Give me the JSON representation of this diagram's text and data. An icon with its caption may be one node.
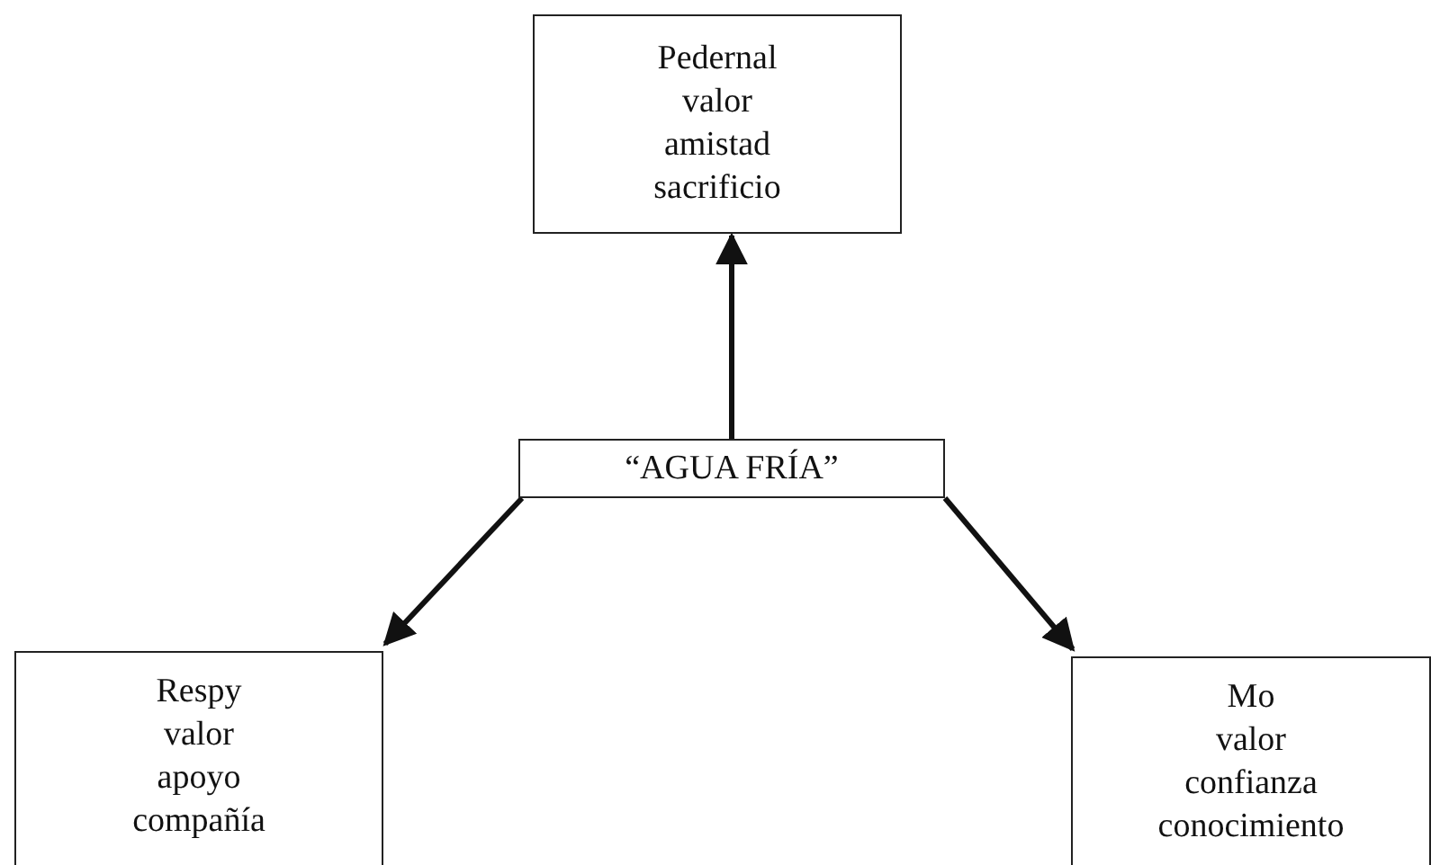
{
  "diagram": {
    "nodes": [
      {
        "text": [
          "Pedernal",
          "valor",
          "amistad",
          "sacrificio"
        ]
      },
      {
        "text": [
          "“AGUA FRÍA”"
        ]
      },
      {
        "text": [
          "Respy",
          "valor",
          "apoyo",
          "compañía"
        ]
      },
      {
        "text": [
          "Mo",
          "valor",
          "confianza",
          "conocimiento"
        ]
      }
    ],
    "edges": [
      {
        "from": 1,
        "to": 0,
        "arrow": "to"
      },
      {
        "from": 1,
        "to": 2,
        "arrow": "to"
      },
      {
        "from": 1,
        "to": 3,
        "arrow": "to"
      }
    ]
  }
}
